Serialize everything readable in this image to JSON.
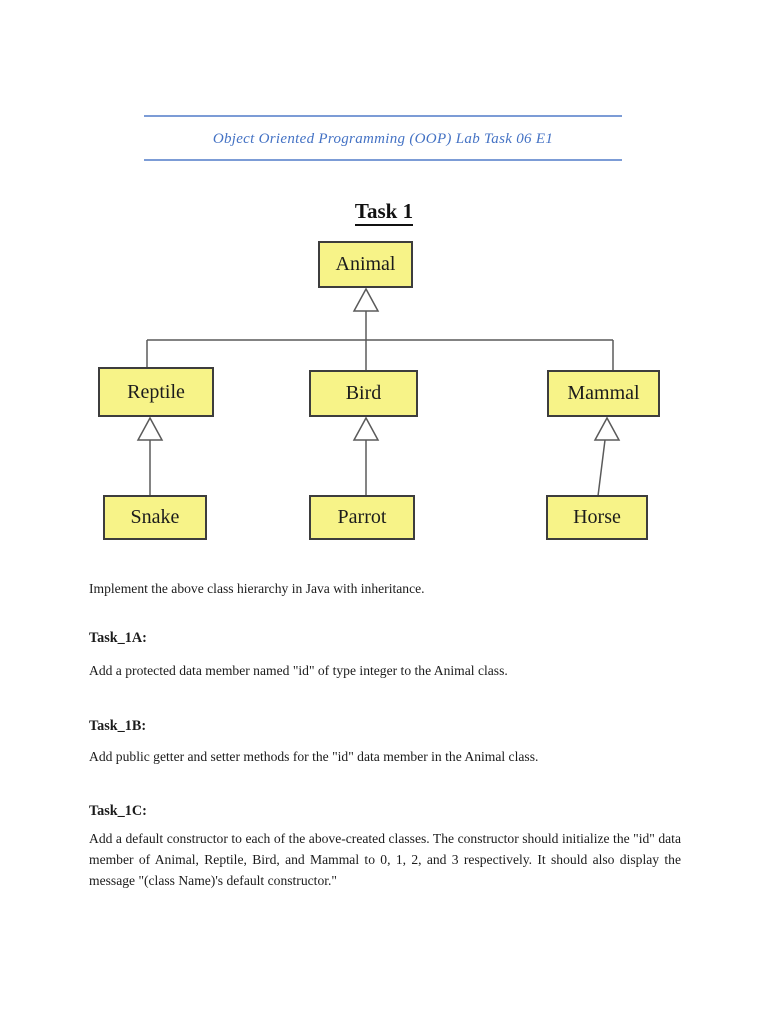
{
  "header": {
    "title": "Object Oriented Programming (OOP) Lab Task 06 E1"
  },
  "heading": {
    "title": "Task 1"
  },
  "diagram": {
    "type": "uml-class-inheritance",
    "nodes": {
      "animal": "Animal",
      "reptile": "Reptile",
      "bird": "Bird",
      "mammal": "Mammal",
      "snake": "Snake",
      "parrot": "Parrot",
      "horse": "Horse"
    },
    "edges": [
      {
        "child": "Reptile",
        "parent": "Animal"
      },
      {
        "child": "Bird",
        "parent": "Animal"
      },
      {
        "child": "Mammal",
        "parent": "Animal"
      },
      {
        "child": "Snake",
        "parent": "Reptile"
      },
      {
        "child": "Parrot",
        "parent": "Bird"
      },
      {
        "child": "Horse",
        "parent": "Mammal"
      }
    ]
  },
  "body": {
    "intro": "Implement the above class hierarchy in Java with inheritance.",
    "task_1a_heading": "Task_1A:",
    "task_1a_text": "Add a protected data member named \"id\" of type integer to the Animal class.",
    "task_1b_heading": "Task_1B:",
    "task_1b_text": "Add public getter and setter methods for the \"id\" data member in the Animal class.",
    "task_1c_heading": "Task_1C:",
    "task_1c_text": "Add a default constructor to each of the above-created classes. The constructor should initialize the \"id\" data member of Animal, Reptile, Bird, and Mammal to 0, 1, 2, and 3 respectively. It should also display the message \"(class Name)'s default constructor.\""
  },
  "colors": {
    "header_text": "#4472C4",
    "header_rule": "#7C9CD6",
    "box_fill": "#F7F388",
    "box_border": "#3D3D3D",
    "connector_line": "#5A5A5A",
    "body_text": "#1B1B1B"
  }
}
